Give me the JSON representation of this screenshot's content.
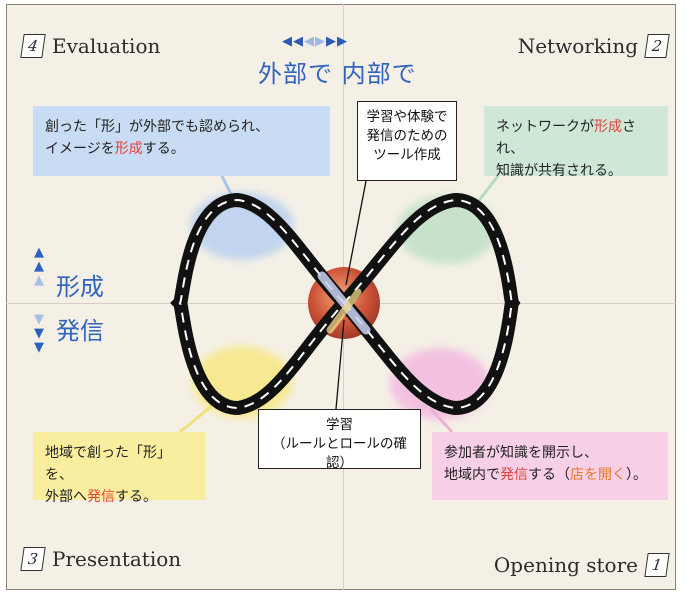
{
  "corners": {
    "evaluation": {
      "num": "4",
      "label": "Evaluation"
    },
    "networking": {
      "num": "2",
      "label": "Networking"
    },
    "presentation": {
      "num": "3",
      "label": "Presentation"
    },
    "opening": {
      "num": "1",
      "label": "Opening store"
    }
  },
  "axis": {
    "top_label": "外部で 内部で",
    "side_top": "形成",
    "side_bottom": "発信"
  },
  "boxes": {
    "blue": {
      "line1": "創った「形」が外部でも認められ、",
      "line2_pre": "イメージを",
      "line2_hl": "形成",
      "line2_post": "する。"
    },
    "green": {
      "line1_pre": "ネットワークが",
      "line1_hl": "形成",
      "line1_post": "され、",
      "line2": "知識が共有される。"
    },
    "yellow": {
      "line1": "地域で創った「形」を、",
      "line2_pre": "外部へ",
      "line2_hl": "発信",
      "line2_post": "する。"
    },
    "pink": {
      "line1": "参加者が知識を開示し、",
      "line2_pre": "地域内で",
      "line2_hl": "発信",
      "line2_mid": "する（",
      "line2_hl2": "店を開く",
      "line2_post": "）。"
    }
  },
  "callouts": {
    "top": [
      "学習や体験で",
      "発信のための",
      "ツール作成"
    ],
    "bottom": [
      "学習",
      "（ルールとロールの確認）"
    ]
  },
  "colors": {
    "blue": "#c8dcf3",
    "green": "#cfe7d6",
    "yellow": "#f9eea0",
    "pink": "#f7cfe6",
    "accent_blue": "#2f64bf",
    "highlight_red": "#e0443a",
    "highlight_orange": "#e77a2a"
  }
}
